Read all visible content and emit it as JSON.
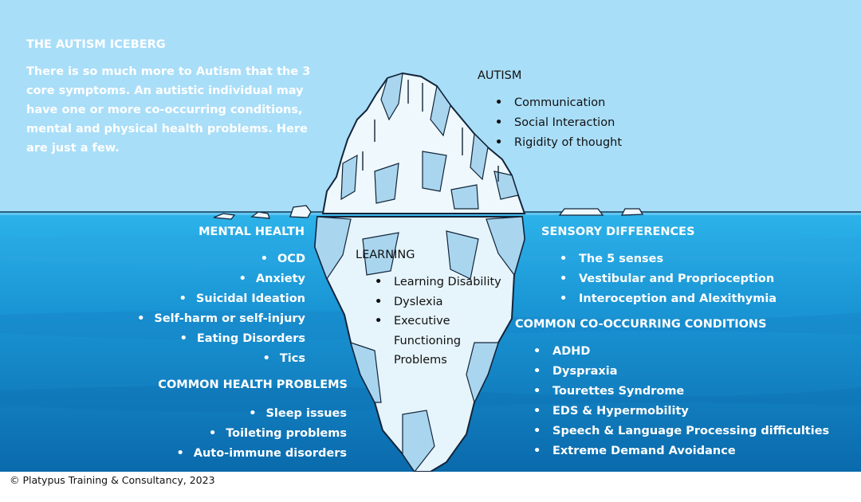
{
  "title": "THE AUTISM ICEBERG",
  "intro": "There is so much more to Autism that the 3 core symptoms.  An autistic individual may have one or more co-occurring conditions, mental and physical health problems. Here are just a few.",
  "autism": {
    "heading": "AUTISM",
    "items": [
      "Communication",
      "Social Interaction",
      "Rigidity of thought"
    ]
  },
  "mental_health": {
    "heading": "MENTAL HEALTH",
    "items": [
      "OCD",
      "Anxiety",
      "Suicidal Ideation",
      "Self-harm or self-injury",
      "Eating Disorders",
      "Tics"
    ]
  },
  "learning": {
    "heading": "LEARNING",
    "items": [
      "Learning Disability",
      "Dyslexia",
      "Executive Functioning Problems"
    ]
  },
  "sensory": {
    "heading": "SENSORY DIFFERENCES",
    "items": [
      "The 5 senses",
      "Vestibular and Proprioception",
      "Interoception and Alexithymia"
    ]
  },
  "co_occurring": {
    "heading": "COMMON CO-OCCURRING CONDITIONS",
    "items": [
      "ADHD",
      "Dyspraxia",
      "Tourettes Syndrome",
      "EDS & Hypermobility",
      "Speech & Language Processing difficulties",
      "Extreme Demand Avoidance"
    ]
  },
  "health": {
    "heading": "COMMON HEALTH PROBLEMS",
    "items": [
      "Sleep issues",
      "Toileting problems",
      "Auto-immune disorders"
    ]
  },
  "footer": "© Platypus Training & Consultancy, 2023",
  "colors": {
    "sky": "#a9def8",
    "water_top": "#1fa9e4",
    "water_deep": "#0a6fb0",
    "ice": "#e9f6fc",
    "ice_shadow": "#a8d6ee",
    "outline": "#12243a"
  }
}
